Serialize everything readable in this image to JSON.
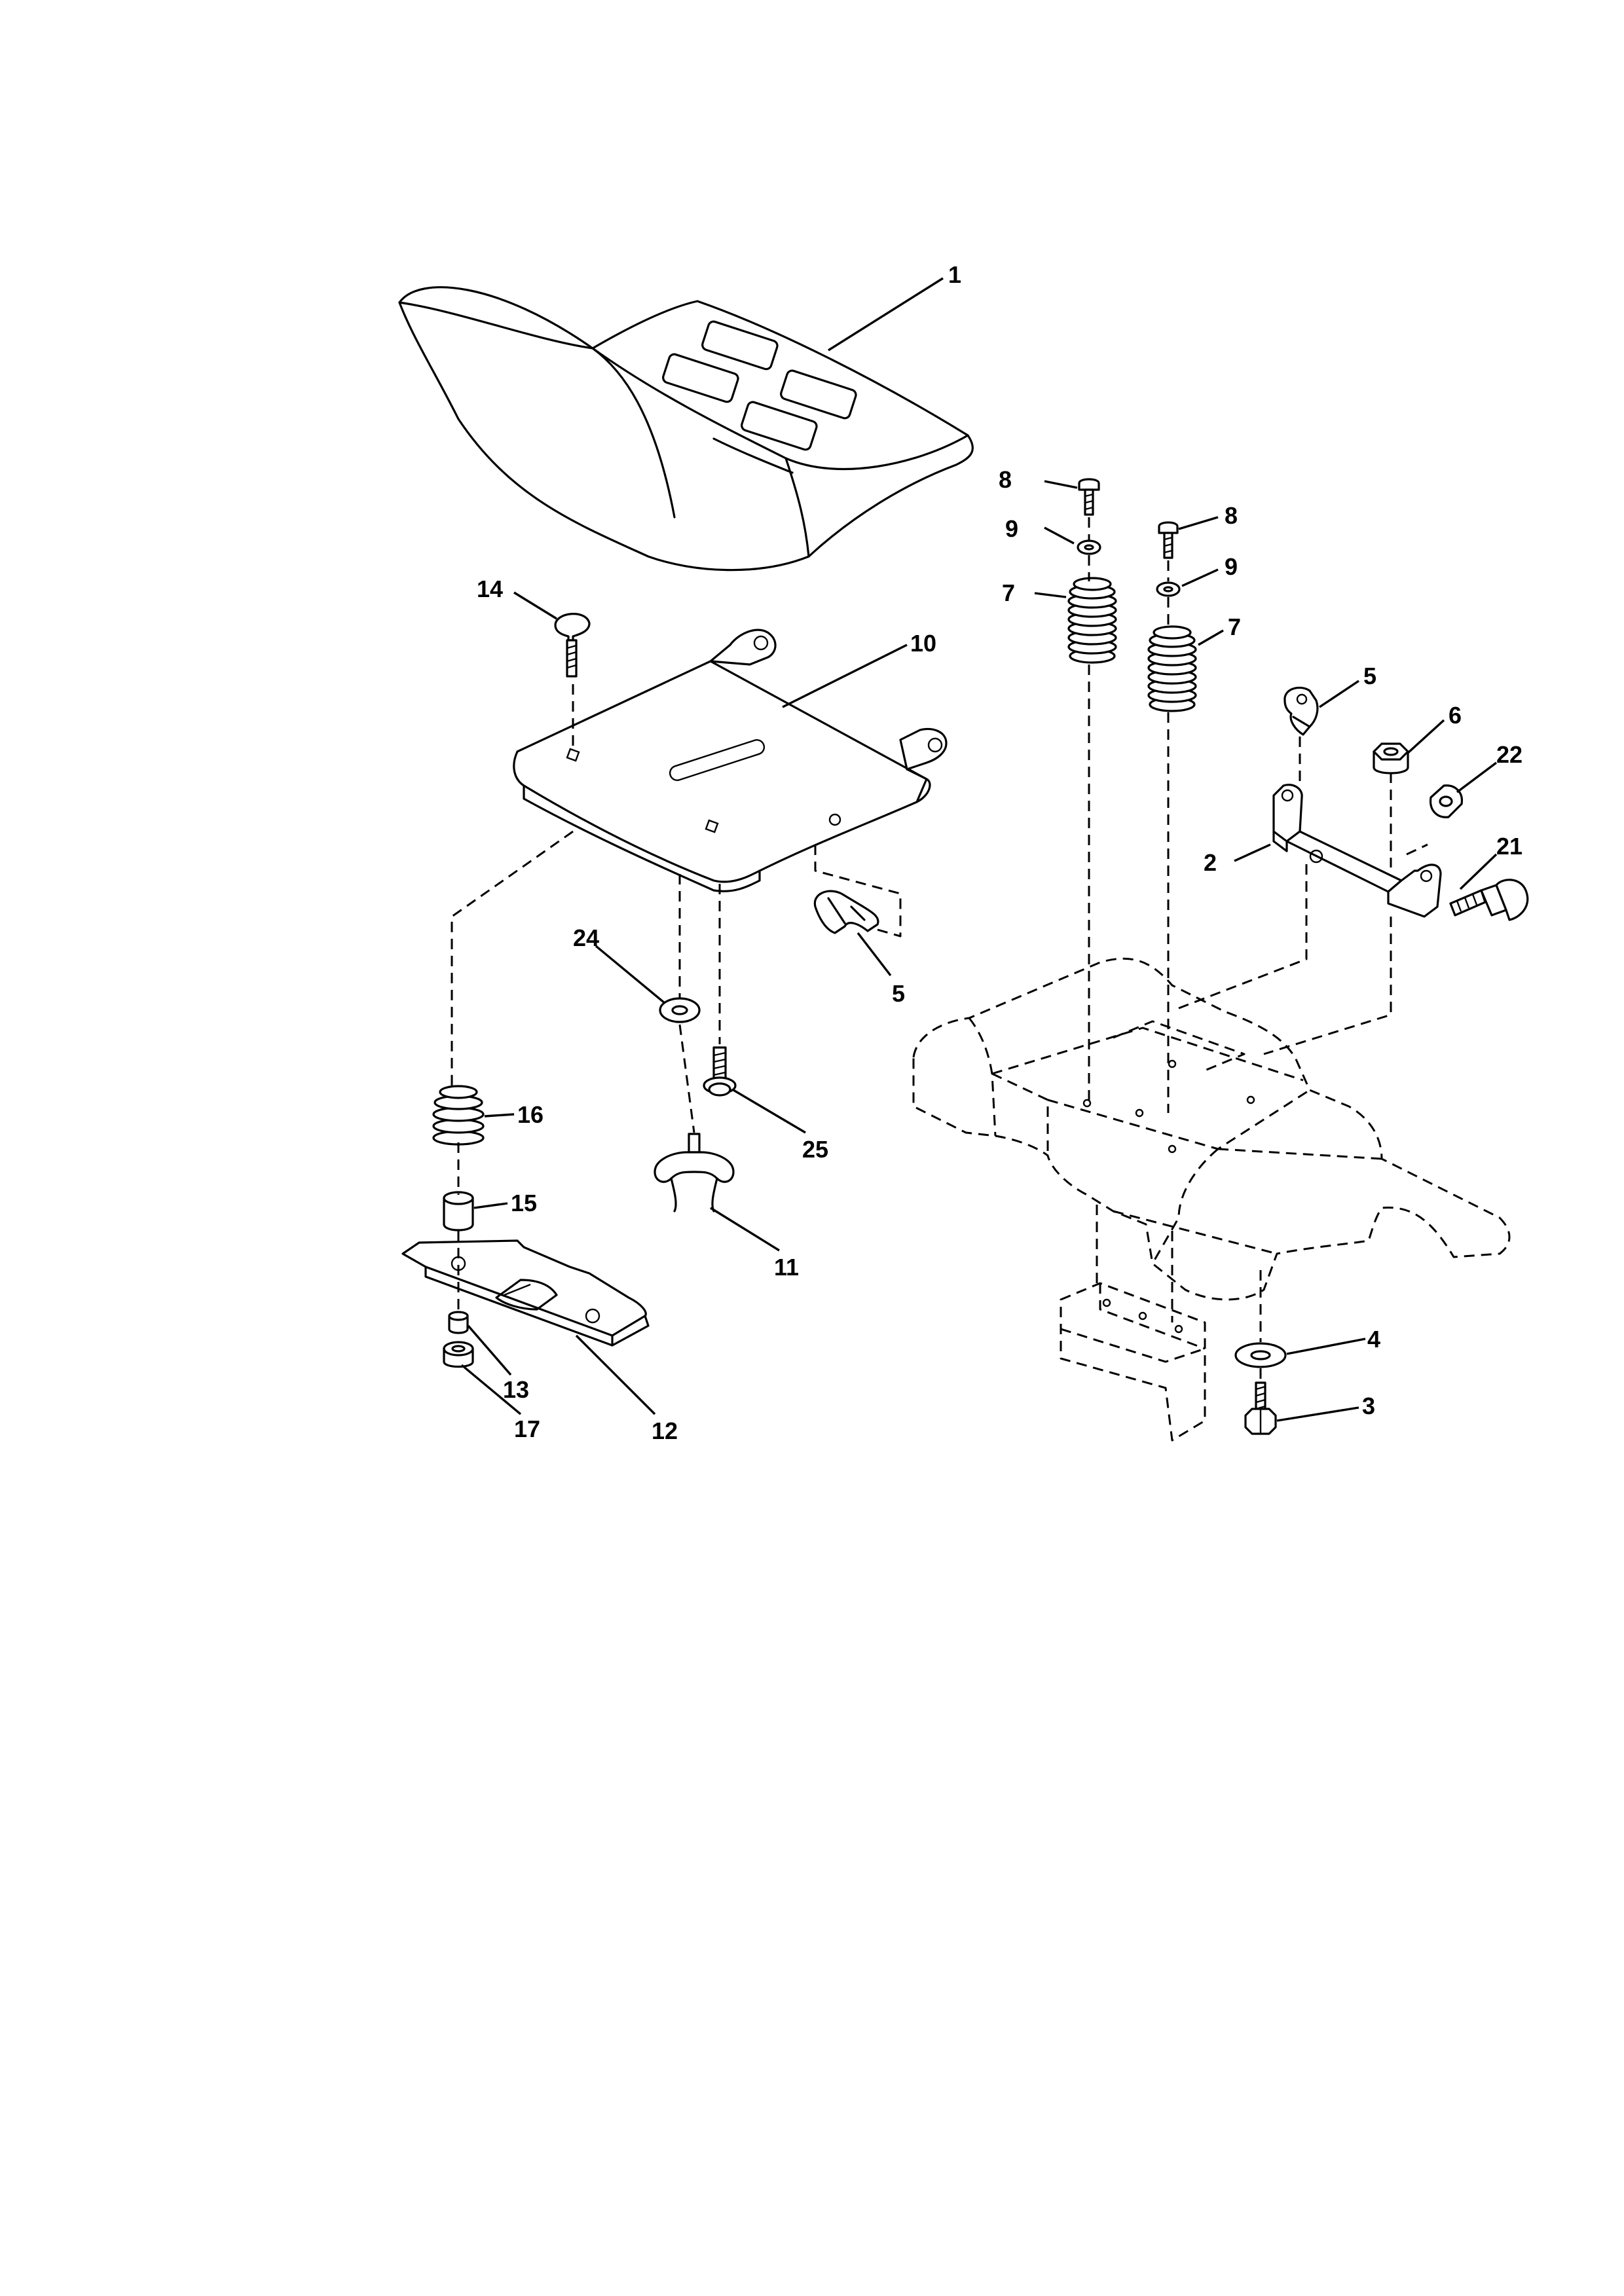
{
  "callouts": {
    "c1": "1",
    "c2": "2",
    "c3": "3",
    "c4": "4",
    "c5a": "5",
    "c5b": "5",
    "c6": "6",
    "c7a": "7",
    "c7b": "7",
    "c8a": "8",
    "c8b": "8",
    "c9a": "9",
    "c9b": "9",
    "c10": "10",
    "c11": "11",
    "c12": "12",
    "c13": "13",
    "c14": "14",
    "c15": "15",
    "c16": "16",
    "c17": "17",
    "c21": "21",
    "c22": "22",
    "c24": "24",
    "c25": "25"
  }
}
